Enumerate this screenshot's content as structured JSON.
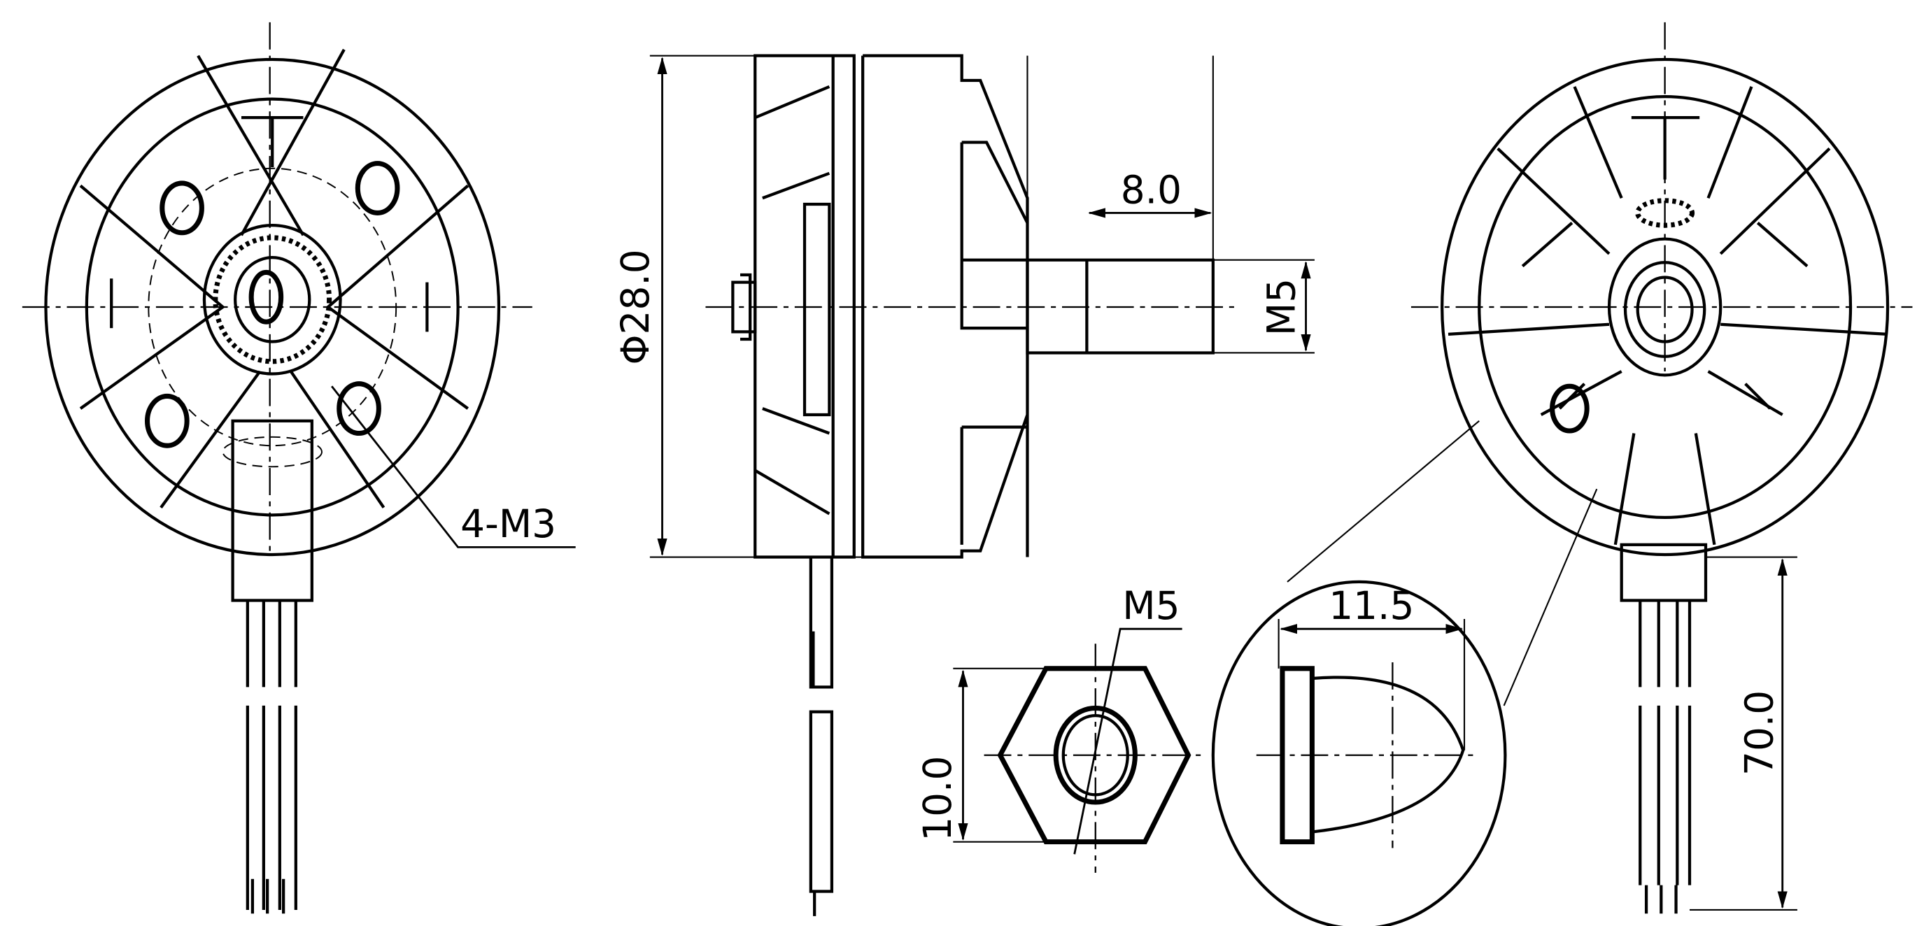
{
  "labels": {
    "mount_holes": "4-M3",
    "diameter": "Φ28.0",
    "shaft_length": "8.0",
    "shaft_thread": "M5",
    "nut_thread": "M5",
    "nut_size": "10.0",
    "prop_nut_length": "11.5",
    "wire_length": "70.0"
  }
}
